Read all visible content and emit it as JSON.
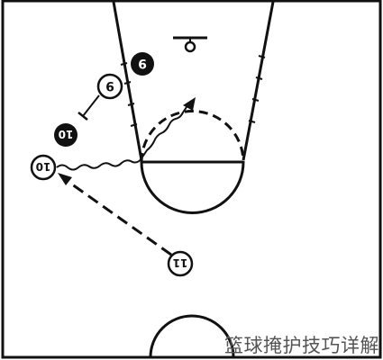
{
  "caption": "篮球掩护技巧详解",
  "players": {
    "p9_white": "9",
    "p9_black": "9",
    "p10_black": "10",
    "p10_white": "10",
    "p11_white": "11"
  },
  "colors": {
    "ink": "#111111",
    "caption": "#555555",
    "background": "#ffffff"
  }
}
